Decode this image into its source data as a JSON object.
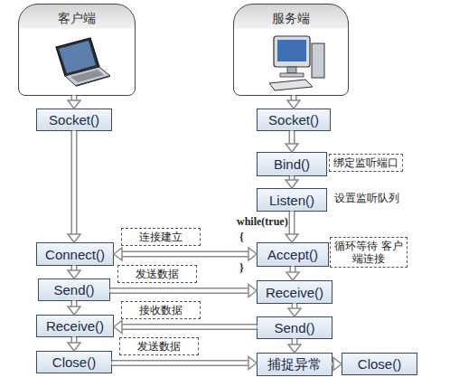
{
  "diagram": {
    "nodes": [
      {
        "text": [
          "客户端"
        ]
      },
      {
        "text": [
          "服务端"
        ]
      },
      {
        "text": [
          "Socket()"
        ]
      },
      {
        "text": [
          "Socket()"
        ]
      },
      {
        "text": [
          "Bind()"
        ]
      },
      {
        "text": [
          "Listen()"
        ]
      },
      {
        "text": [
          "Connect()"
        ]
      },
      {
        "text": [
          "Accept()"
        ]
      },
      {
        "text": [
          "Send()"
        ]
      },
      {
        "text": [
          "Receive()"
        ]
      },
      {
        "text": [
          "Receive()"
        ]
      },
      {
        "text": [
          "Send()"
        ]
      },
      {
        "text": [
          "Close()"
        ]
      },
      {
        "text": [
          "捕捉异常"
        ]
      },
      {
        "text": [
          "Close()"
        ]
      }
    ],
    "edges": [
      {
        "from": 0,
        "to": 2,
        "arrow": "to"
      },
      {
        "from": 2,
        "to": 6,
        "arrow": "to"
      },
      {
        "from": 6,
        "to": 8,
        "arrow": "to"
      },
      {
        "from": 8,
        "to": 10,
        "arrow": "to"
      },
      {
        "from": 10,
        "to": 12,
        "arrow": "to"
      },
      {
        "from": 1,
        "to": 3,
        "arrow": "to"
      },
      {
        "from": 3,
        "to": 4,
        "arrow": "to"
      },
      {
        "from": 4,
        "to": 5,
        "arrow": "to"
      },
      {
        "from": 5,
        "to": 7,
        "arrow": "to"
      },
      {
        "from": 7,
        "to": 9,
        "arrow": "to"
      },
      {
        "from": 9,
        "to": 11,
        "arrow": "to"
      },
      {
        "from": 11,
        "to": 13,
        "arrow": "to"
      },
      {
        "from": 13,
        "to": 14,
        "arrow": "to"
      },
      {
        "from": 6,
        "to": 7,
        "label": "连接建立",
        "arrow": "both"
      },
      {
        "from": 8,
        "to": 9,
        "label": "发送数据",
        "arrow": "to"
      },
      {
        "from": 11,
        "to": 10,
        "label": "接收数据",
        "arrow": "to"
      },
      {
        "from": 12,
        "to": 13,
        "label": "发送数据",
        "arrow": "to"
      }
    ],
    "labels": [
      "绑定监听端口",
      "设置监听队列",
      "while(true)",
      "{",
      "循环等待 客户端连接",
      "}"
    ]
  }
}
